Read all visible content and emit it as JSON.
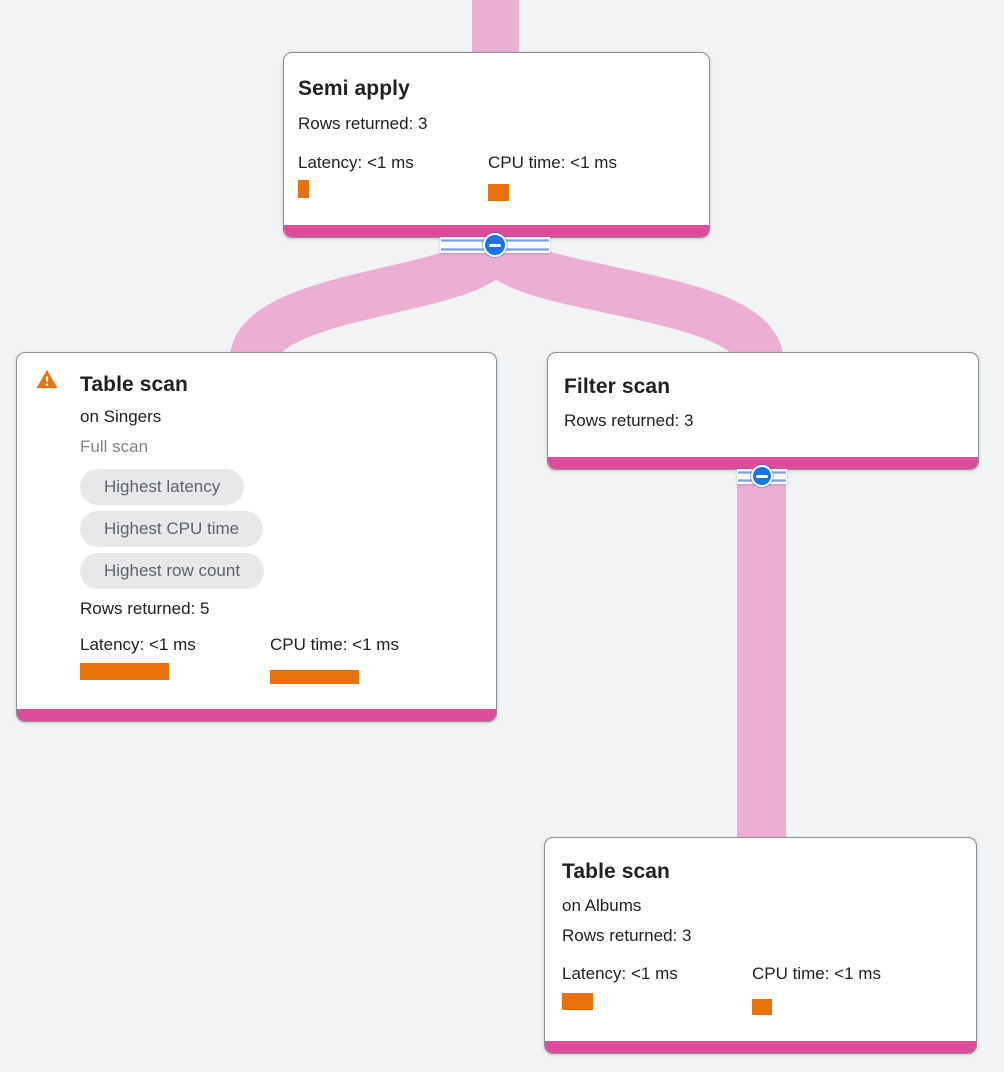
{
  "colors": {
    "background": "#F1F3F4",
    "edge_pink": "#ECAFD3",
    "node_accent_magenta": "#DD4C9B",
    "metric_bar_orange": "#E8710A",
    "collapse_blue": "#1A73E8",
    "warning_orange": "#E8710A",
    "badge_bg": "#E7E8EA",
    "badge_text": "#5F6368"
  },
  "nodes": {
    "semi_apply": {
      "title": "Semi apply",
      "rows": "Rows returned: 3",
      "latency_label": "Latency: <1 ms",
      "cpu_label": "CPU time: <1 ms"
    },
    "table_scan_singers": {
      "title": "Table scan",
      "subtitle": "on Singers",
      "scan_type": "Full scan",
      "warning_icon": "warning-triangle",
      "badges": [
        "Highest latency",
        "Highest CPU time",
        "Highest row count"
      ],
      "rows": "Rows returned: 5",
      "latency_label": "Latency: <1 ms",
      "cpu_label": "CPU time: <1 ms"
    },
    "filter_scan": {
      "title": "Filter scan",
      "rows": "Rows returned: 3"
    },
    "table_scan_albums": {
      "title": "Table scan",
      "subtitle": "on Albums",
      "rows": "Rows returned: 3",
      "latency_label": "Latency: <1 ms",
      "cpu_label": "CPU time: <1 ms"
    }
  }
}
